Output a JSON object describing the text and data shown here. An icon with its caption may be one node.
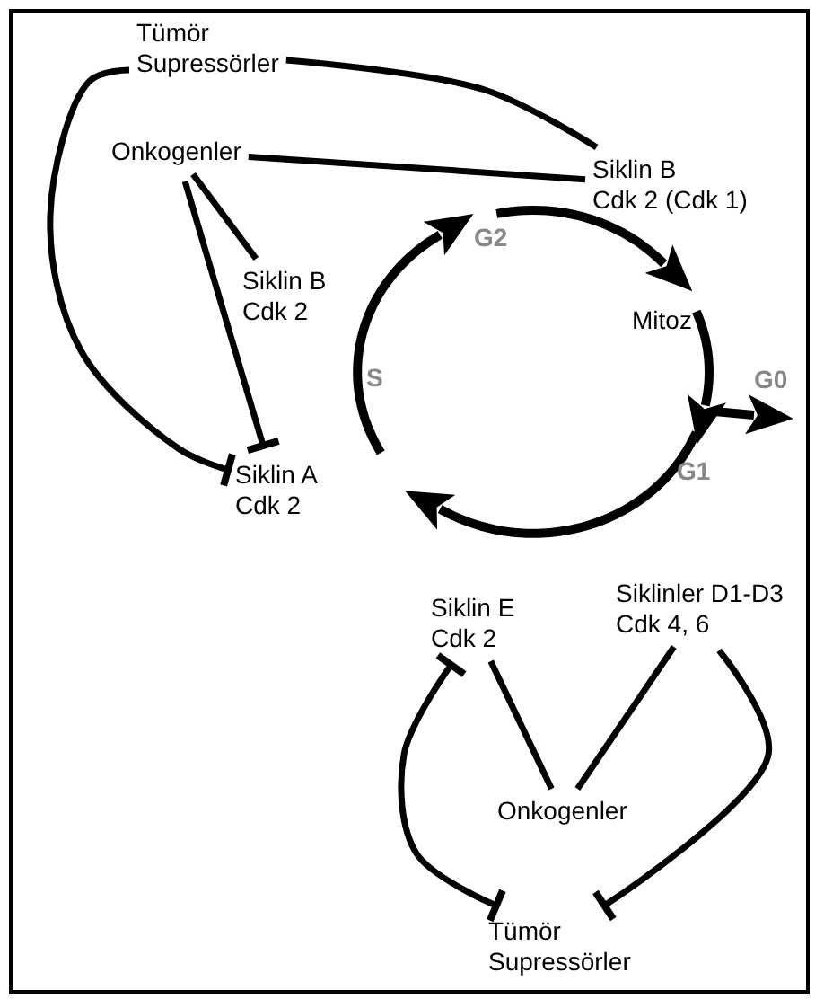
{
  "diagram": {
    "nodes": [
      {
        "text": [
          "Tümör Supressörler"
        ]
      },
      {
        "text": [
          "Onkogenler"
        ]
      },
      {
        "text": [
          "Siklin B Cdk 2 (Cdk 1)"
        ]
      },
      {
        "text": [
          "Siklin B Cdk 2"
        ]
      },
      {
        "text": [
          "Siklin A Cdk 2"
        ]
      },
      {
        "text": [
          "Siklin E Cdk 2"
        ]
      },
      {
        "text": [
          "Siklinler D1-D3 Cdk 4, 6"
        ]
      },
      {
        "text": [
          "Onkogenler"
        ]
      },
      {
        "text": [
          "Tümör Supressörler"
        ]
      }
    ],
    "edges": [
      {
        "from": 0,
        "to": 4,
        "arrow": "other"
      },
      {
        "from": 0,
        "to": 2,
        "arrow": "none"
      },
      {
        "from": 1,
        "to": 2,
        "arrow": "none"
      },
      {
        "from": 1,
        "to": 3,
        "arrow": "none"
      },
      {
        "from": 1,
        "to": 4,
        "arrow": "other"
      },
      {
        "from": 5,
        "to": 8,
        "arrow": "other"
      },
      {
        "from": 6,
        "to": 8,
        "arrow": "other"
      },
      {
        "from": 5,
        "to": 7,
        "arrow": "none"
      },
      {
        "from": 6,
        "to": 7,
        "arrow": "none"
      }
    ],
    "labels": [
      "G2",
      "Mitoz",
      "S",
      "G0",
      "G1"
    ]
  }
}
